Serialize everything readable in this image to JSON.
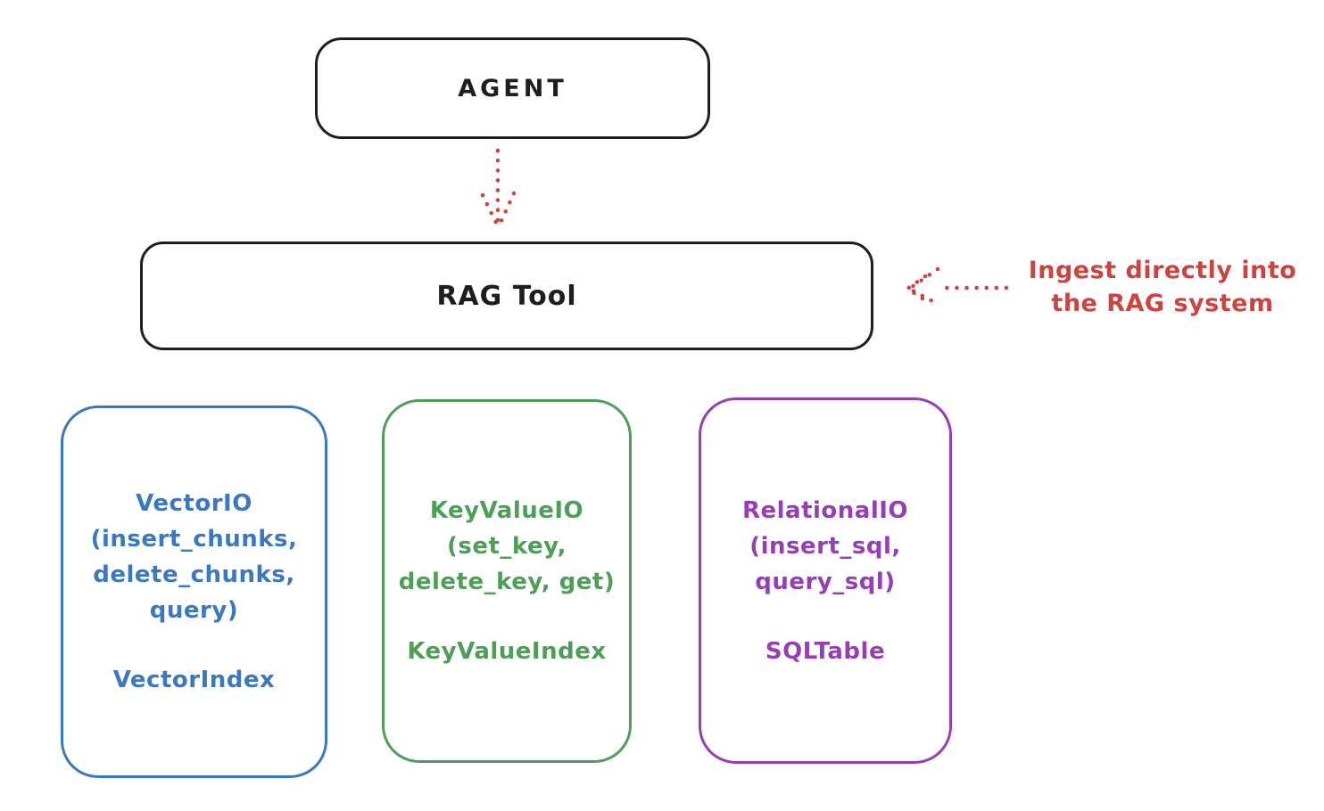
{
  "colors": {
    "bg": "#ffffff",
    "ink": "#1e1e1e",
    "red": "#cc4440",
    "blue": "#3a78c2",
    "green": "#4e9e58",
    "purple": "#963eb5"
  },
  "nodes": {
    "agent": {
      "label": "AGENT"
    },
    "rag_tool": {
      "label": "RAG Tool"
    },
    "vector_io": {
      "lines": [
        "VectorIO",
        "(insert_chunks,",
        "delete_chunks,",
        "query)"
      ],
      "index_label": "VectorIndex",
      "color": "#3a78c2"
    },
    "key_value_io": {
      "lines": [
        "KeyValueIO",
        "(set_key,",
        "delete_key, get)"
      ],
      "index_label": "KeyValueIndex",
      "color": "#4e9e58"
    },
    "relational_io": {
      "lines": [
        "RelationalIO",
        "(insert_sql,",
        "query_sql)"
      ],
      "index_label": "SQLTable",
      "color": "#963eb5"
    }
  },
  "annotation": {
    "lines": [
      "Ingest directly into",
      "the RAG system"
    ],
    "color": "#cc4440"
  },
  "arrows": [
    {
      "name": "agent-to-rag-tool",
      "style": "dotted",
      "color": "#cc4440",
      "direction": "down"
    },
    {
      "name": "annotation-to-rag-tool",
      "style": "dotted",
      "color": "#cc4440",
      "direction": "left"
    }
  ]
}
